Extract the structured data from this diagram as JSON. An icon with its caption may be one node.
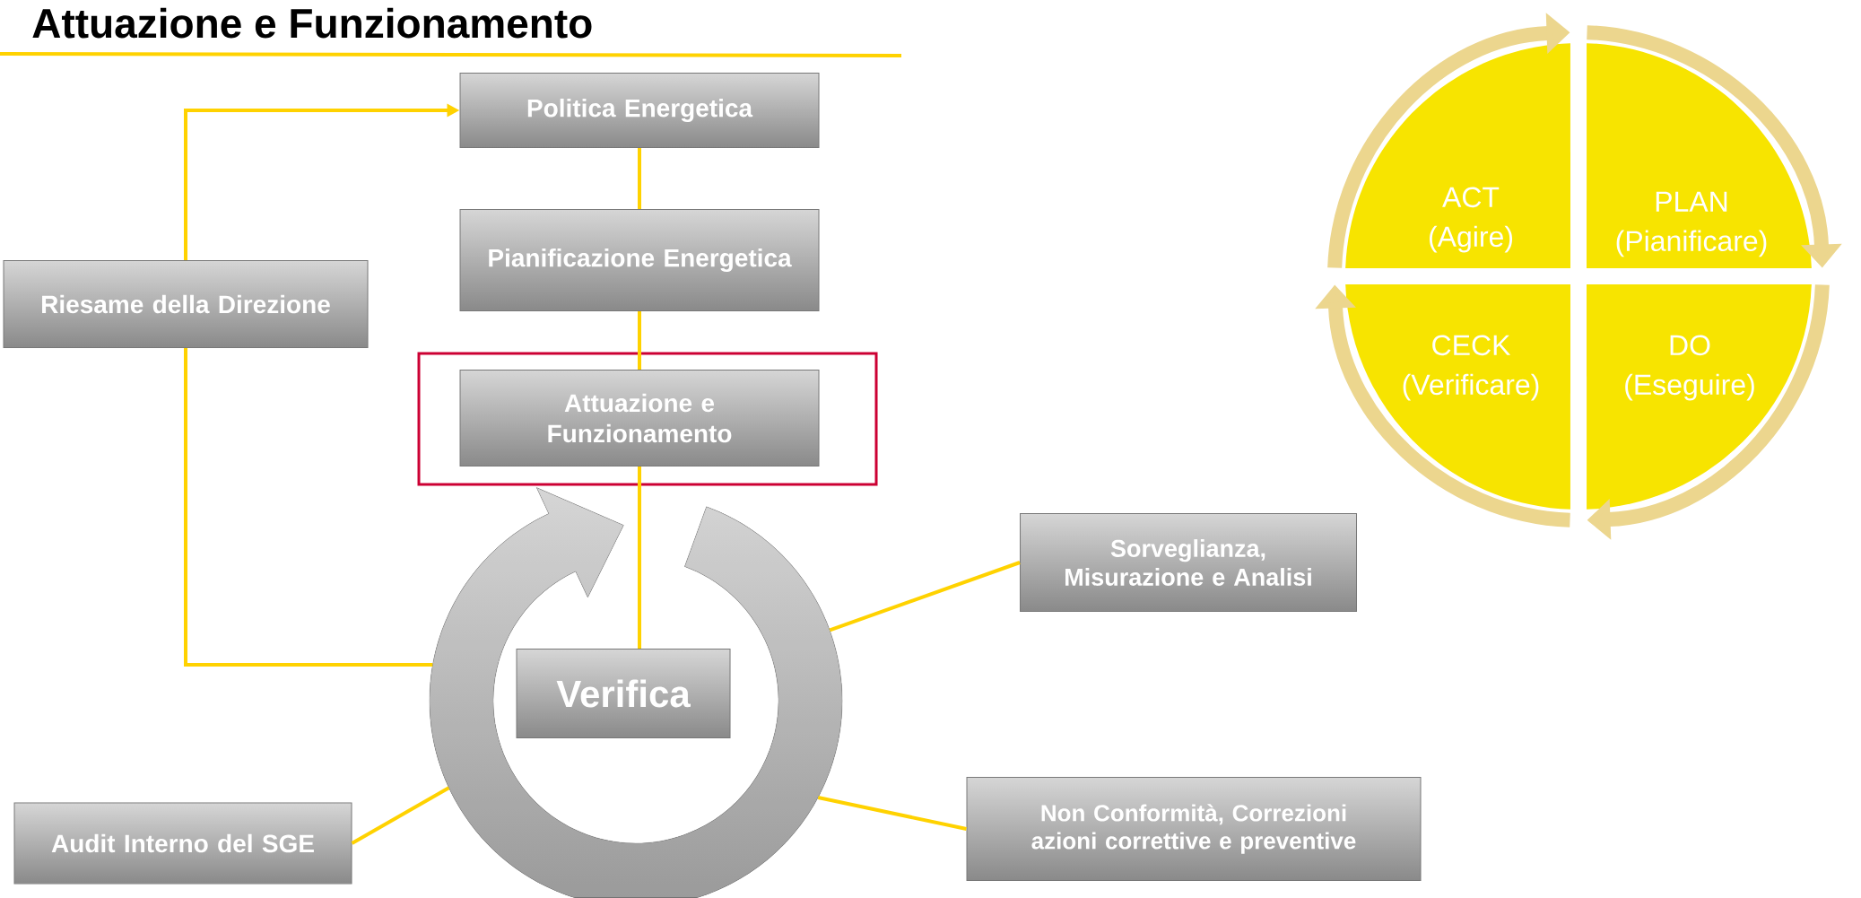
{
  "diagram": {
    "title": "Attuazione e Funzionamento",
    "nodes": [
      {
        "text": [
          "Politica Energetica"
        ]
      },
      {
        "text": [
          "Pianificazione Energetica"
        ]
      },
      {
        "text": [
          "Riesame della Direzione"
        ]
      },
      {
        "text": [
          "Attuazione e Funzionamento"
        ]
      },
      {
        "text": [],
        "shape": "ring"
      },
      {
        "text": [
          "Sorveglianza, Misurazione e Analisi"
        ]
      },
      {
        "text": [
          "Verifica"
        ],
        "in": 4
      },
      {
        "text": [
          "Non Conformità, Correzioni azioni correttive e preventive"
        ]
      },
      {
        "text": [
          "Audit Interno del SGE"
        ]
      },
      {
        "text": [
          "ACT",
          "(Agire)"
        ]
      },
      {
        "text": [
          "PLAN",
          "(Pianificare)"
        ]
      },
      {
        "text": [
          "CECK",
          "(Verificare)"
        ]
      },
      {
        "text": [
          "DO",
          "(Eseguire)"
        ]
      }
    ],
    "edges": [
      {
        "from": 2,
        "to": 0,
        "arrow": "to"
      },
      {
        "from": 0,
        "to": 1,
        "arrow": "none"
      },
      {
        "from": 1,
        "to": 3,
        "arrow": "none"
      },
      {
        "from": 3,
        "to": 6,
        "arrow": "none"
      },
      {
        "from": 4,
        "to": 2,
        "arrow": "none"
      },
      {
        "from": 4,
        "to": 5,
        "arrow": "none"
      },
      {
        "from": 4,
        "to": 7,
        "arrow": "none"
      },
      {
        "from": 4,
        "to": 8,
        "arrow": "none"
      },
      {
        "from": 9,
        "to": 10,
        "arrow": "to",
        "style": "thick",
        "color": "#ecd68e"
      },
      {
        "from": 10,
        "to": 12,
        "arrow": "to",
        "style": "thick",
        "color": "#ecd68e"
      },
      {
        "from": 12,
        "to": 11,
        "arrow": "to",
        "style": "thick",
        "color": "#ecd68e"
      },
      {
        "from": 11,
        "to": 9,
        "arrow": "to",
        "style": "thick",
        "color": "#ecd68e"
      }
    ]
  }
}
